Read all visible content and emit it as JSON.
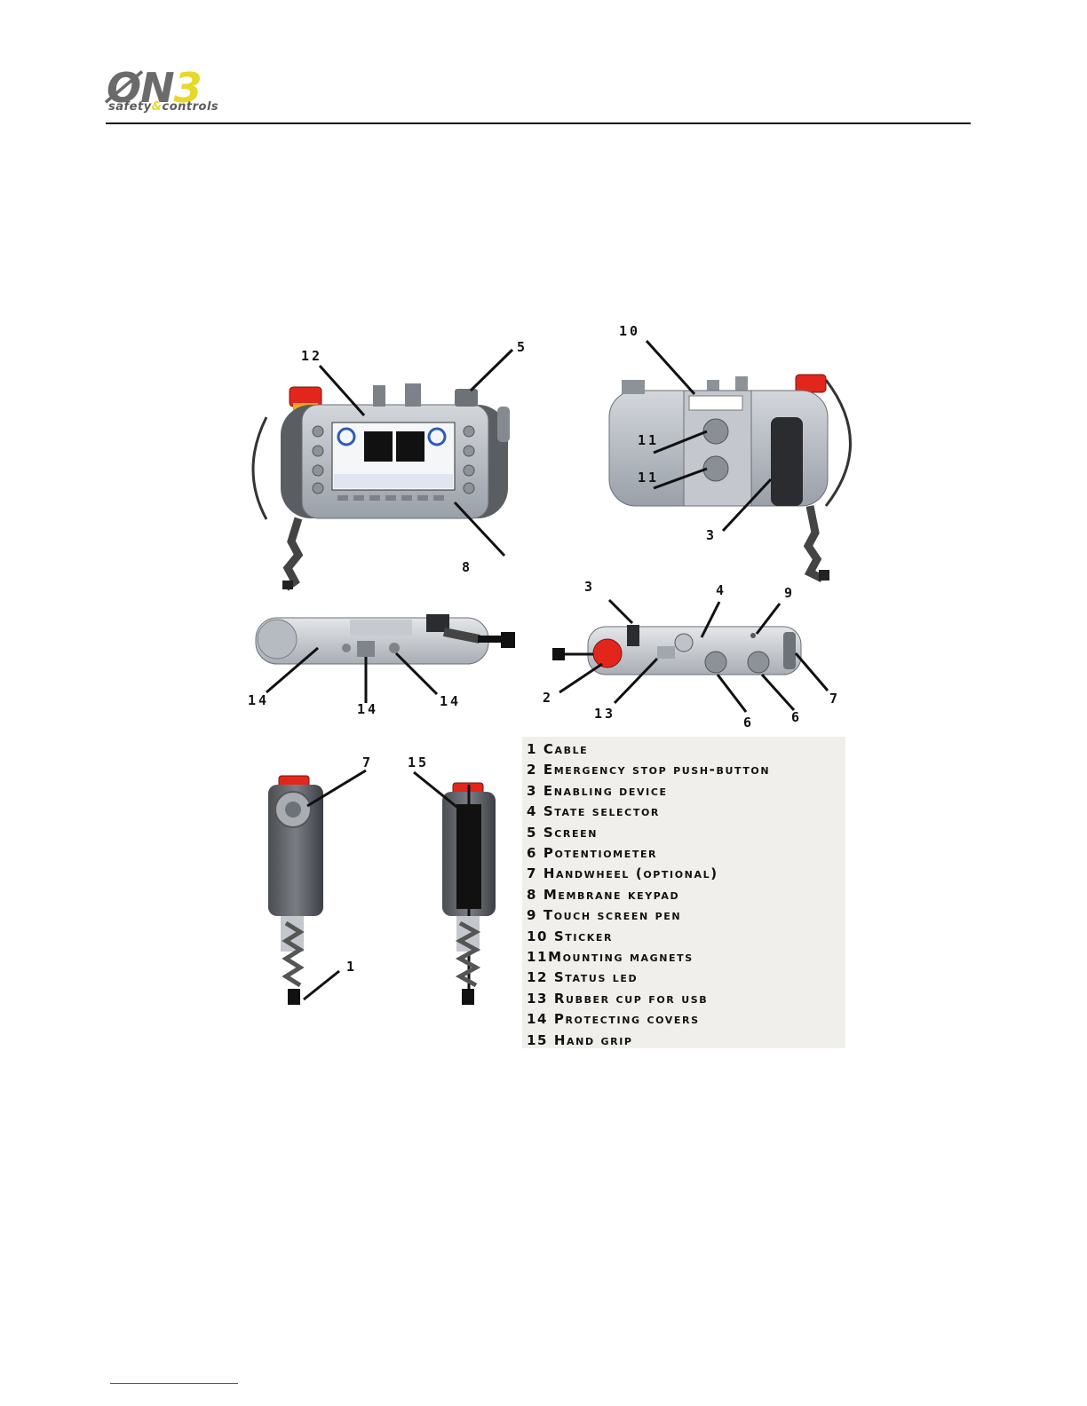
{
  "header": {
    "logo_mark_left": "ØN",
    "logo_mark_right": "3",
    "logo_sub_left": "safety",
    "logo_sub_amp": "&",
    "logo_sub_right": "controls"
  },
  "colors": {
    "brand_yellow": "#e7d82a",
    "brand_gray": "#6b6b6b",
    "estop_red": "#e3261c",
    "legend_bg": "#f1efec"
  },
  "callouts": {
    "c1": "1",
    "c2": "2",
    "c3a": "3",
    "c3b": "3",
    "c4": "4",
    "c5": "5",
    "c6a": "6",
    "c6b": "6",
    "c7a": "7",
    "c7b": "7",
    "c8": "8",
    "c9": "9",
    "c10": "10",
    "c11a": "11",
    "c11b": "11",
    "c12": "12",
    "c13": "13",
    "c14a": "14",
    "c14b": "14",
    "c14c": "14",
    "c15": "15"
  },
  "legend": {
    "items": [
      "1 Cable",
      "2 Emergency stop push-button",
      "3 Enabling device",
      "4 State selector",
      "5 Screen",
      "6 Potentiometer",
      "7 Handwheel (optional)",
      "8 Membrane keypad",
      "9 Touch screen pen",
      "10 Sticker",
      "11Mounting magnets",
      "12 Status led",
      "13 Rubber cup for usb",
      "14 Protecting covers",
      "15 Hand grip"
    ]
  }
}
